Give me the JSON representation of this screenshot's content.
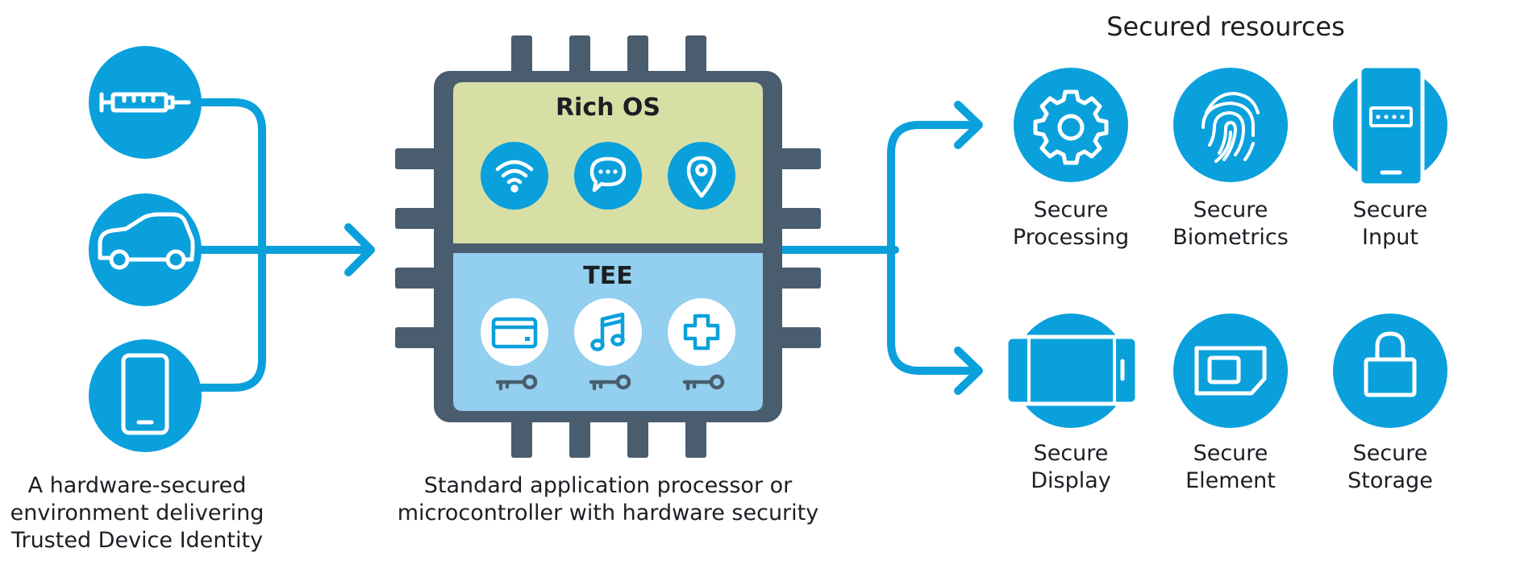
{
  "left": {
    "caption": [
      "A hardware-secured",
      "environment delivering",
      "Trusted Device Identity"
    ],
    "icons": [
      "syringe-icon",
      "car-icon",
      "smartphone-icon"
    ]
  },
  "chip": {
    "rich_os_label": "Rich OS",
    "rich_os_icons": [
      "wifi-icon",
      "chat-bubble-icon",
      "location-pin-icon"
    ],
    "tee_label": "TEE",
    "tee_icons": [
      "credit-card-icon",
      "music-note-icon",
      "medical-cross-icon"
    ],
    "key_icon": "key-icon",
    "caption": [
      "Standard application processor or",
      "microcontroller with hardware security"
    ]
  },
  "resources": {
    "title": "Secured resources",
    "items": [
      {
        "icon": "gear-icon",
        "line1": "Secure",
        "line2": "Processing"
      },
      {
        "icon": "fingerprint-icon",
        "line1": "Secure",
        "line2": "Biometrics"
      },
      {
        "icon": "keypad-device-icon",
        "line1": "Secure",
        "line2": "Input"
      },
      {
        "icon": "display-icon",
        "line1": "Secure",
        "line2": "Display"
      },
      {
        "icon": "sim-card-icon",
        "line1": "Secure",
        "line2": "Element"
      },
      {
        "icon": "padlock-icon",
        "line1": "Secure",
        "line2": "Storage"
      }
    ]
  },
  "colors": {
    "accent_blue": "#0aa0dc",
    "chip_frame": "#4a5d6e",
    "rich_os_fill": "#d8dfa5",
    "tee_fill": "#93cfef",
    "text": "#1b1f24"
  }
}
